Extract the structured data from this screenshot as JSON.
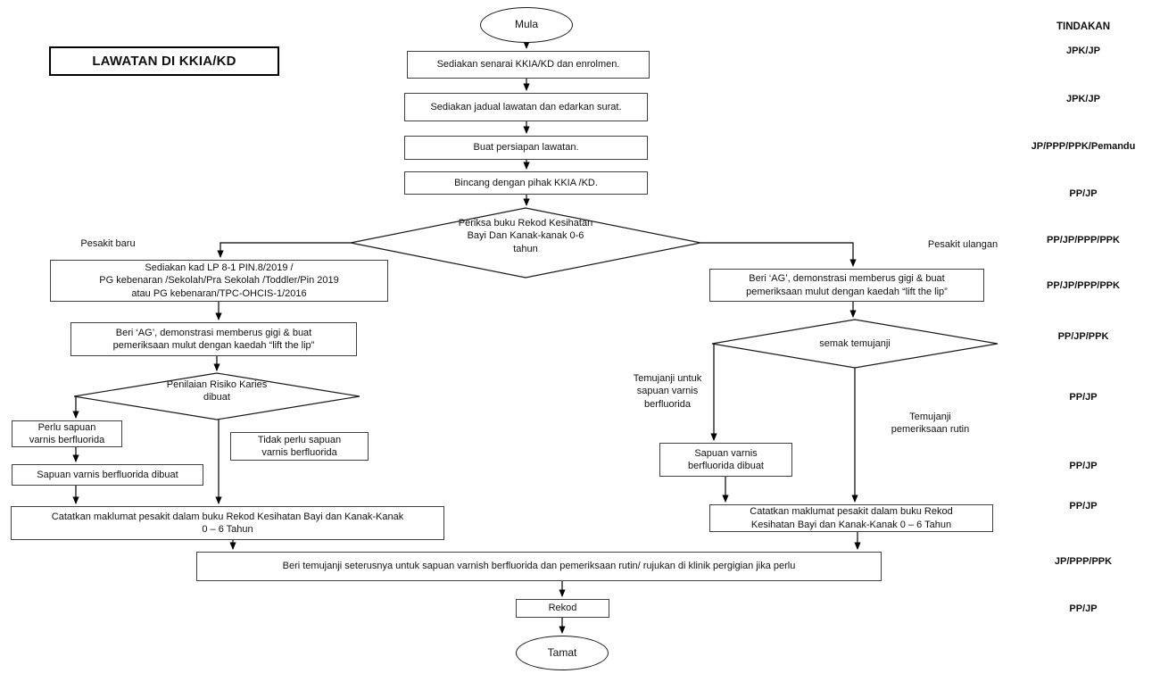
{
  "title": "LAWATAN DI KKIA/KD",
  "flow": {
    "start": "Mula",
    "step1": "Sediakan senarai KKIA/KD dan enrolmen.",
    "step2": "Sediakan jadual lawatan dan edarkan surat.",
    "step3": "Buat persiapan lawatan.",
    "step4": "Bincang dengan pihak KKIA /KD.",
    "decision_rekod": "Periksa buku Rekod Kesihatan\nBayi Dan Kanak-kanak 0-6\ntahun",
    "label_pesakit_baru": "Pesakit baru",
    "label_pesakit_ulangan": "Pesakit ulangan",
    "left_card": "Sediakan kad LP 8-1 PIN.8/2019 /\nPG kebenaran  /Sekolah/Pra  Sekolah /Toddler/Pin  2019\natau PG kebenaran/TPC-OHCIS-1/2016",
    "left_ag": "Beri ‘AG’, demonstrasi memberus gigi & buat\npemeriksaan mulut dengan kaedah “lift the lip”",
    "decision_karies": "Penilaian Risiko Karies\ndibuat",
    "left_need": "Perlu sapuan\nvarnis berfluorida",
    "left_no_need": "Tidak perlu sapuan\nvarnis berfluorida",
    "left_applied": "Sapuan varnis berfluorida dibuat",
    "left_record": "Catatkan maklumat pesakit dalam buku Rekod Kesihatan Bayi dan Kanak-Kanak\n0 – 6 Tahun",
    "right_ag": "Beri ‘AG’, demonstrasi memberus gigi & buat\npemeriksaan mulut dengan kaedah “lift the lip”",
    "decision_temujanji": "semak temujanji",
    "label_temujanji_varnis": "Temujanji untuk\nsapuan varnis\nberfluorida",
    "label_temujanji_rutin": "Temujanji\npemeriksaan rutin",
    "right_applied": "Sapuan varnis\nberfluorida dibuat",
    "right_record": "Catatkan maklumat pesakit dalam buku Rekod\nKesihatan Bayi dan Kanak-Kanak 0 – 6 Tahun",
    "final_appointment": "Beri temujanji seterusnya untuk sapuan varnish berfluorida dan pemeriksaan rutin/ rujukan di klinik pergigian jika perlu",
    "record": "Rekod",
    "end": "Tamat"
  },
  "tindakan": {
    "header": "TINDAKAN",
    "items": [
      "JPK/JP",
      "JPK/JP",
      "JP/PPP/PPK/Pemandu",
      "PP/JP",
      "PP/JP/PPP/PPK",
      "PP/JP/PPP/PPK",
      "PP/JP/PPK",
      "PP/JP",
      "PP/JP",
      "PP/JP",
      "JP/PPP/PPK",
      "PP/JP"
    ]
  }
}
